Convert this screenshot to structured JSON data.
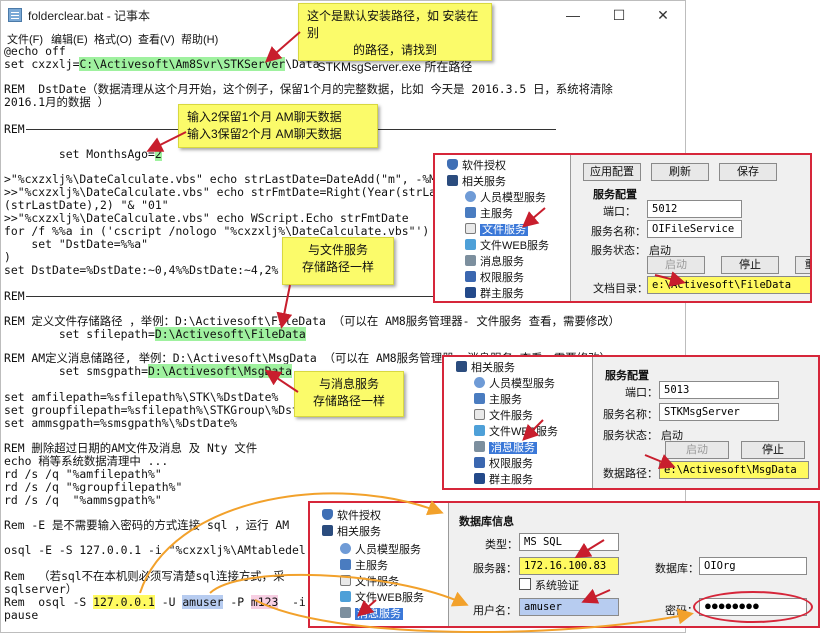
{
  "window": {
    "title": "folderclear.bat - 记事本",
    "min": "—",
    "max": "☐",
    "close": "✕"
  },
  "menu": [
    "文件(F)",
    "编辑(E)",
    "格式(O)",
    "查看(V)",
    "帮助(H)"
  ],
  "code": {
    "l1": "@echo off",
    "l2a": "set cxzxlj=",
    "l2b": "C:\\Activesoft\\Am8Svr\\STKServer",
    "l2c": "\\Data",
    "l3": "REM  DstDate（数据清理从这个月开始，这个例子，保留1个月的完整数据，比如 今天是 2016.3.5 日，系统将清除",
    "l4": "2016.1月的数据 ）",
    "l5": "REM",
    "l6a": "        set MonthsAgo=",
    "l6b": "2",
    "l7": ">\"%cxzxlj%\\DateCalculate.vbs\" echo strLastDate=DateAdd(\"m\", -%Month",
    "l8": ">>\"%cxzxlj%\\DateCalculate.vbs\" echo strFmtDate=Right(Year(strLastDa",
    "l9": "(strLastDate),2) \"& \"01\"",
    "l10": ">>\"%cxzxlj%\\DateCalculate.vbs\" echo WScript.Echo strFmtDate",
    "l11": "for /f %%a in ('cscript /nologo \"%cxzxlj%\\DateCalculate.vbs\"') do (",
    "l12": "    set \"DstDate=%%a\"",
    "l13": ")",
    "l14": "set DstDate=%DstDate:~0,4%%DstDate:~4,2%",
    "l15": "REM",
    "l16": "REM 定义文件存储路径 ，举例：D:\\Activesoft\\FileData （可以在 AM8服务管理器- 文件服务 查看，需要修改）",
    "l17a": "        set sfilepath=",
    "l17b": "D:\\Activesoft\\FileData",
    "l18": "REM AM定义消息储路径, 举例：D:\\Activesoft\\MsgData （可以在 AM8服务管理器- 消息服务 查看，需要修改）",
    "l19a": "        set smsgpath=",
    "l19b": "D:\\Activesoft\\MsgData",
    "l20": "set amfilepath=%sfilepath%\\STK\\%DstDate%",
    "l21": "set groupfilepath=%sfilepath%\\STKGroup\\%DstDate%",
    "l22": "set ammsgpath=%smsgpath%\\%DstDate%",
    "l23": "REM 删除超过日期的AM文件及消息 及 Nty 文件",
    "l24": "echo 稍等系统数据清理中 ...",
    "l25": "rd /s /q \"%amfilepath%\"",
    "l26": "rd /s /q \"%groupfilepath%\"",
    "l27": "rd /s /q  \"%ammsgpath%\"",
    "l28": "Rem -E 是不需要输入密码的方式连接 sql ，运行 AM",
    "l29": "osql -E -S 127.0.0.1 -i \"%cxzxlj%\\AMtabledel.sq",
    "l30": "Rem  （若sql不在本机则必须写清楚sql连接方式，采",
    "l31": "sqlserver）",
    "l32a": "Rem  osql -S ",
    "l32b": "127.0.0.1",
    "l32c": " -U ",
    "l32d": "amuser",
    "l32e": " -P ",
    "l32f": "m123",
    "l32g": "  -i  \"%",
    "l33": "pause"
  },
  "notes": {
    "n1": [
      "这个是默认安装路径，如 安装在别",
      "的路径，请找到",
      "STKMsgServer.exe 所在路径"
    ],
    "n2": [
      "输入2保留1个月  AM聊天数据",
      "输入3保留2个月  AM聊天数据"
    ],
    "n3": [
      "与文件服务",
      "存储路径一样"
    ],
    "n4": [
      "与消息服务",
      "存储路径一样"
    ]
  },
  "panel1": {
    "tree": [
      "软件授权",
      "相关服务",
      "人员模型服务",
      "主服务",
      "文件服务",
      "文件WEB服务",
      "消息服务",
      "权限服务",
      "群主服务"
    ],
    "buttons": {
      "apply": "应用配置",
      "refresh": "刷新",
      "save": "保存",
      "start": "启动",
      "stop": "停止",
      "more": "重"
    },
    "section": "服务配置",
    "port_label": "端口：",
    "port": "5012",
    "name_label": "服务名称：",
    "name": "OIFileService",
    "status_label": "服务状态：",
    "status": "启动",
    "dir_label": "文档目录：",
    "dir": "e:\\Activesoft\\FileData"
  },
  "panel2": {
    "tree": [
      "相关服务",
      "人员模型服务",
      "主服务",
      "文件服务",
      "文件WEB服务",
      "消息服务",
      "权限服务",
      "群主服务"
    ],
    "section": "服务配置",
    "port_label": "端口：",
    "port": "5013",
    "name_label": "服务名称：",
    "name": "STKMsgServer",
    "status_label": "服务状态：",
    "status": "启动",
    "start": "启动",
    "stop": "停止",
    "path_label": "数据路径：",
    "path": "e:\\Activesoft\\MsgData"
  },
  "panel3": {
    "tree": [
      "软件授权",
      "相关服务",
      "人员模型服务",
      "主服务",
      "文件服务",
      "文件WEB服务",
      "消息服务"
    ],
    "section": "数据库信息",
    "type_label": "类型：",
    "type": "MS SQL",
    "server_label": "服务器：",
    "server": "172.16.100.83",
    "db_label": "数据库：",
    "db": "OIOrg",
    "syscheck": "系统验证",
    "user_label": "用户名：",
    "user": "amuser",
    "pwd_label": "密码：",
    "pwd": "●●●●●●●●"
  },
  "colors": {
    "accent_red": "#d6263a",
    "note_yellow": "#fbfb6a",
    "highlight_green": "#9ff19f",
    "arrow_orange": "#f2a12b"
  }
}
